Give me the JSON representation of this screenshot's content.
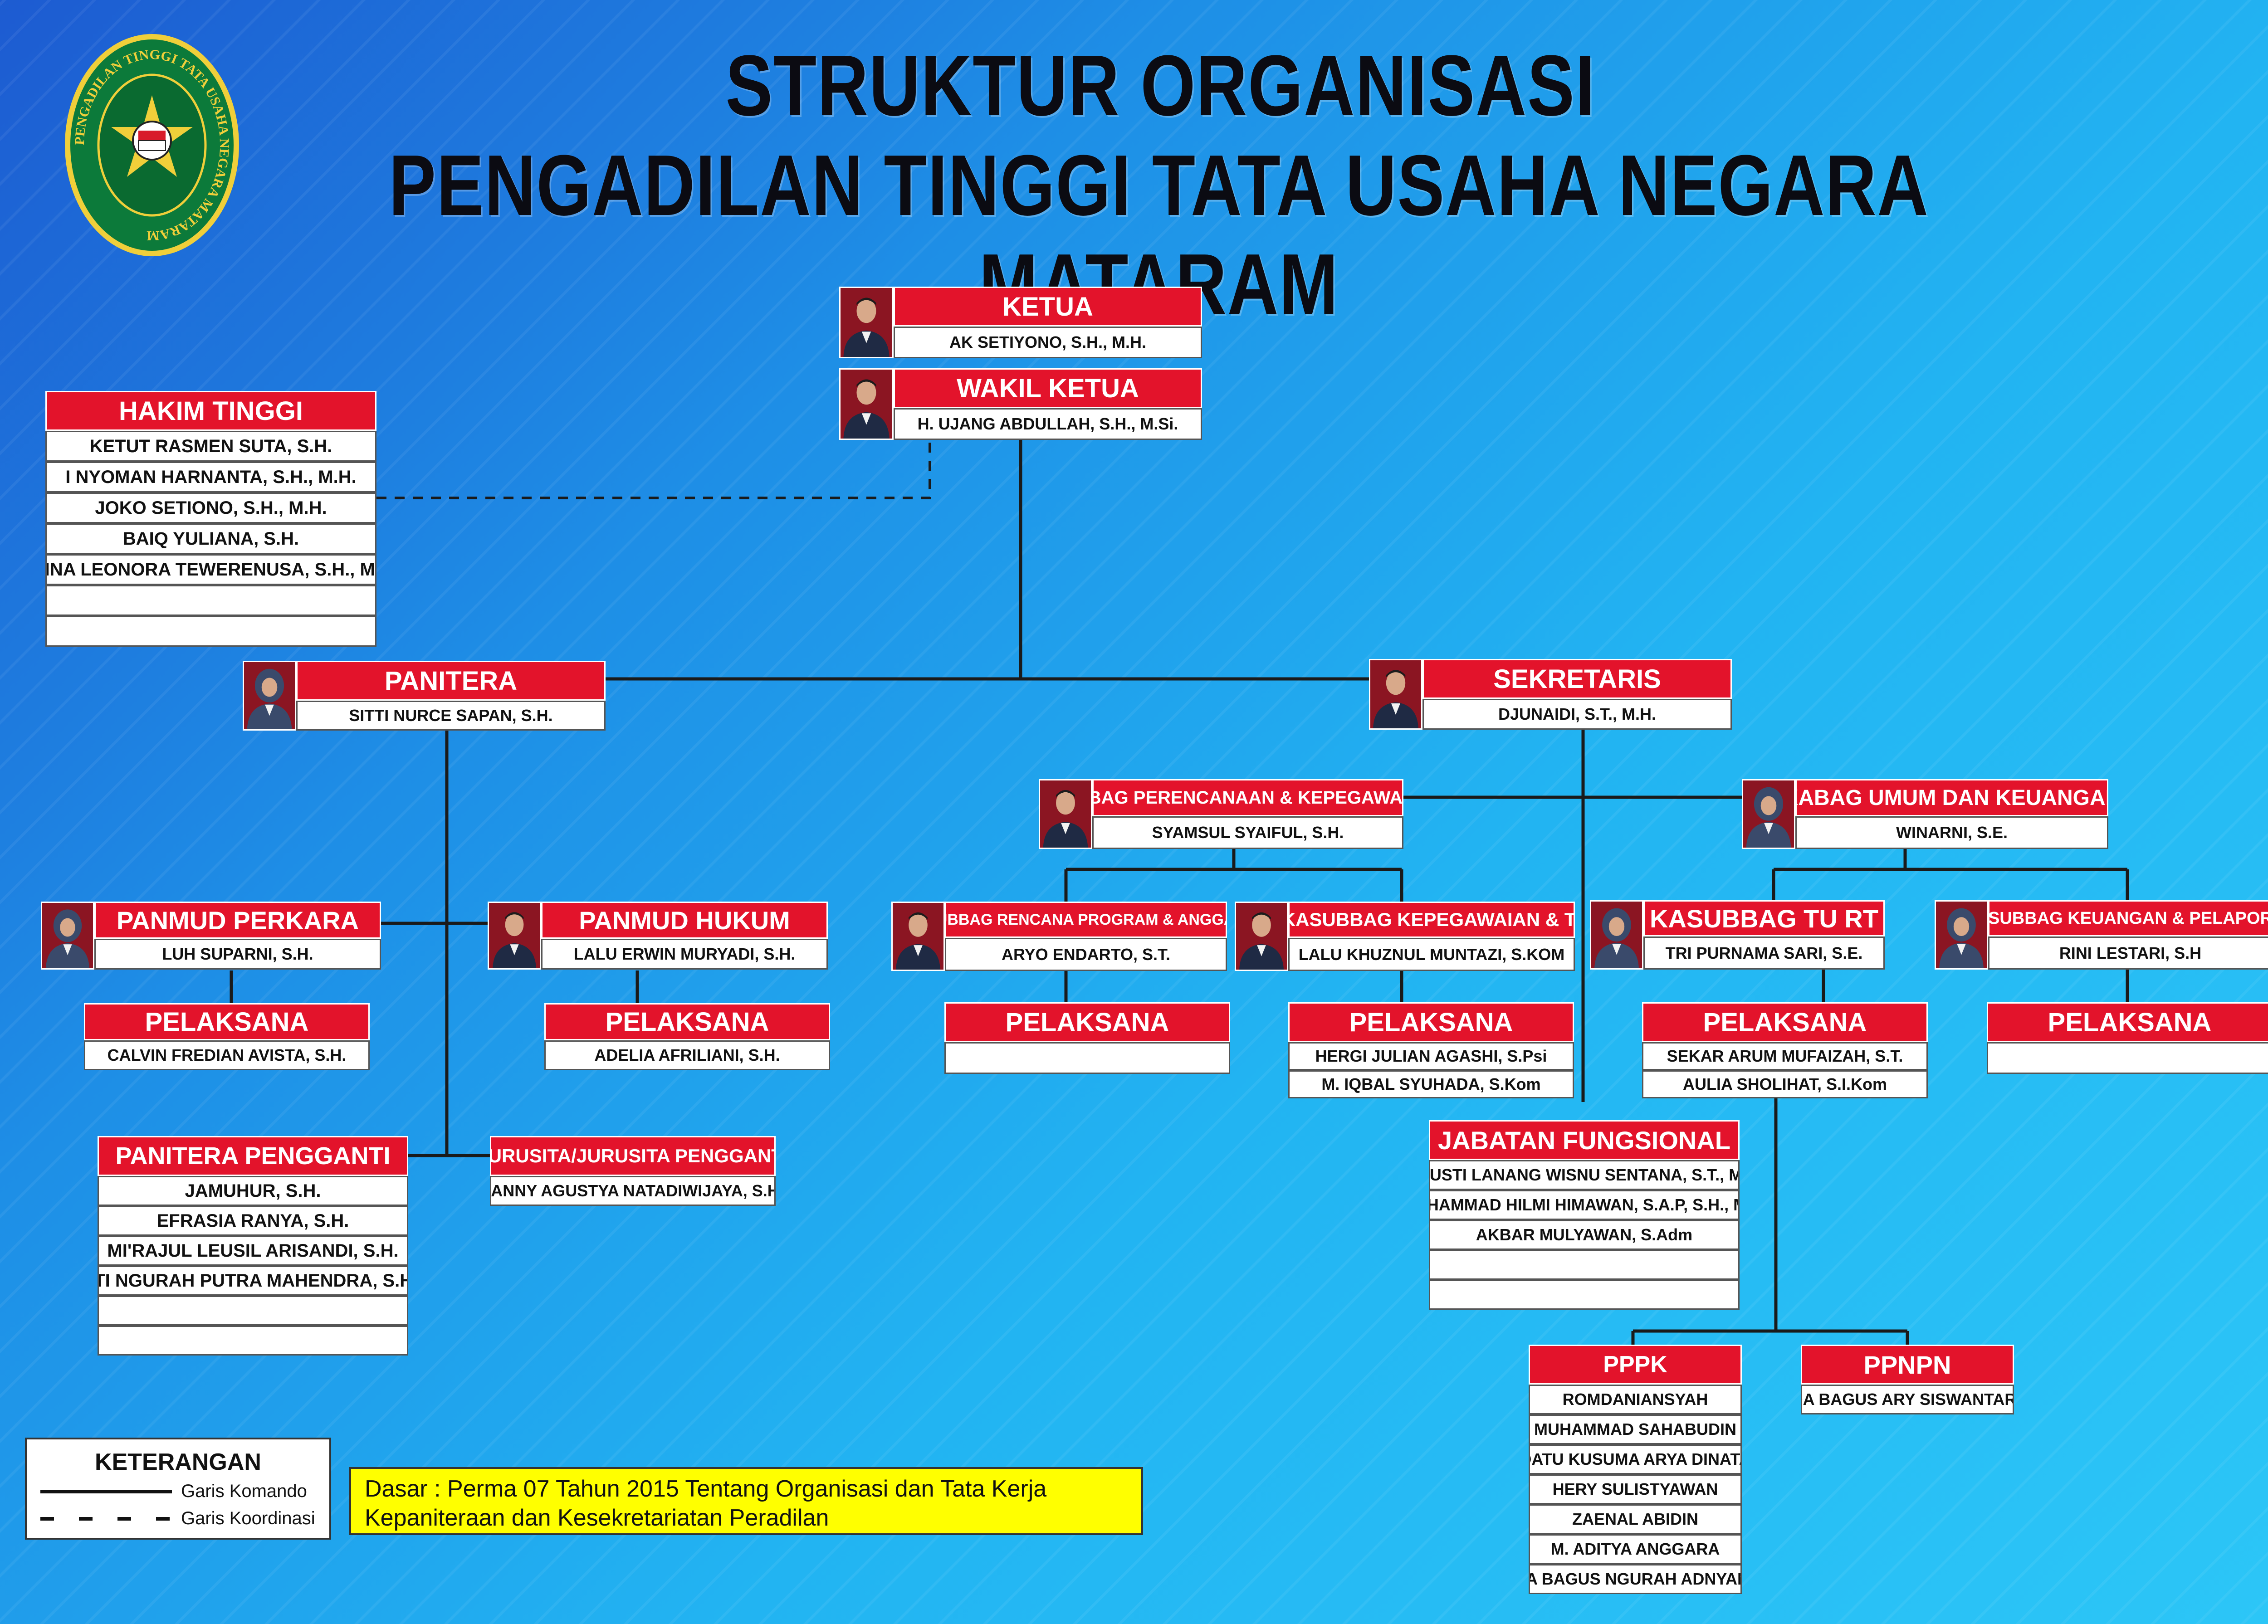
{
  "title": {
    "line1": "STRUKTUR ORGANISASI",
    "line2": "PENGADILAN TINGGI TATA USAHA NEGARA MATARAM"
  },
  "logo": {
    "ring_text": "PENGADILAN TINGGI TATA USAHA NEGARA MATARAM"
  },
  "ketua": {
    "title": "KETUA",
    "name": "AK SETIYONO, S.H., M.H."
  },
  "wakil_ketua": {
    "title": "WAKIL KETUA",
    "name": "H. UJANG ABDULLAH, S.H., M.Si."
  },
  "hakim_tinggi": {
    "title": "HAKIM TINGGI",
    "members": [
      "KETUT RASMEN SUTA, S.H.",
      "I NYOMAN HARNANTA, S.H., M.H.",
      "JOKO SETIONO, S.H., M.H.",
      "BAIQ YULIANA, S.H.",
      "ANNA LEONORA TEWERENUSA, S.H., M.H.",
      "",
      ""
    ]
  },
  "panitera": {
    "title": "PANITERA",
    "name": "SITTI NURCE SAPAN, S.H."
  },
  "sekretaris": {
    "title": "SEKRETARIS",
    "name": "DJUNAIDI, S.T., M.H."
  },
  "panmud_perkara": {
    "title": "PANMUD PERKARA",
    "name": "LUH SUPARNI, S.H."
  },
  "panmud_hukum": {
    "title": "PANMUD HUKUM",
    "name": "LALU ERWIN MURYADI, S.H."
  },
  "pelaksana_perkara": {
    "title": "PELAKSANA",
    "members": [
      "CALVIN FREDIAN AVISTA, S.H."
    ]
  },
  "pelaksana_hukum": {
    "title": "PELAKSANA",
    "members": [
      "ADELIA AFRILIANI, S.H."
    ]
  },
  "panitera_pengganti": {
    "title": "PANITERA PENGGANTI",
    "members": [
      "JAMUHUR, S.H.",
      "EFRASIA RANYA, S.H.",
      "MI'RAJUL LEUSIL ARISANDI, S.H.",
      "I GUSTI NGURAH PUTRA MAHENDRA, S.H., M.H",
      "",
      ""
    ]
  },
  "jurusita": {
    "title": "JURUSITA/JURUSITA PENGGANTI",
    "members": [
      "FANNY AGUSTYA NATADIWIJAYA, S.H."
    ]
  },
  "kabag_perencanaan": {
    "title": "KABAG PERENCANAAN & KEPEGAWAIAN",
    "name": "SYAMSUL SYAIFUL, S.H."
  },
  "kabag_umum": {
    "title": "KABAG UMUM DAN KEUANGAN",
    "name": "WINARNI, S.E."
  },
  "kasubbag_rencana": {
    "title": "KASUBBAG RENCANA PROGRAM & ANGGARAN",
    "name": "ARYO ENDARTO, S.T."
  },
  "kasubbag_kepegawaian": {
    "title": "KASUBBAG KEPEGAWAIAN & TI",
    "name": "LALU KHUZNUL MUNTAZI, S.KOM"
  },
  "kasubbag_tu": {
    "title": "KASUBBAG TU RT",
    "name": "TRI PURNAMA SARI, S.E."
  },
  "kasubbag_keuangan": {
    "title": "KASUBBAG KEUANGAN & PELAPORAN",
    "name": "RINI LESTARI, S.H"
  },
  "pelaksana_rencana": {
    "title": "PELAKSANA",
    "members": [
      ""
    ]
  },
  "pelaksana_kepegawaian": {
    "title": "PELAKSANA",
    "members": [
      "HERGI JULIAN AGASHI, S.Psi",
      "M. IQBAL SYUHADA, S.Kom"
    ]
  },
  "pelaksana_tu": {
    "title": "PELAKSANA",
    "members": [
      "SEKAR ARUM MUFAIZAH, S.T.",
      "AULIA SHOLIHAT, S.I.Kom"
    ]
  },
  "pelaksana_keuangan": {
    "title": "PELAKSANA",
    "members": [
      ""
    ]
  },
  "jabatan_fungsional": {
    "title": "JABATAN FUNGSIONAL",
    "members": [
      "I GUSTI LANANG WISNU SENTANA, S.T., M.M",
      "MOHAMMAD HILMI HIMAWAN, S.A.P, S.H., M.H.",
      "AKBAR MULYAWAN, S.Adm",
      "",
      ""
    ]
  },
  "pppk": {
    "title": "PPPK",
    "members": [
      "ROMDANIANSYAH",
      "MUHAMMAD SAHABUDIN",
      "DATU KUSUMA ARYA DINATA",
      "HERY SULISTYAWAN",
      "ZAENAL ABIDIN",
      "M. ADITYA ANGGARA",
      "IDA BAGUS NGURAH ADNYANA"
    ]
  },
  "ppnpn": {
    "title": "PPNPN",
    "members": [
      "IDA BAGUS ARY SISWANTARA"
    ]
  },
  "legend": {
    "title": "KETERANGAN",
    "solid": "Garis Komando",
    "dashed": "Garis Koordinasi"
  },
  "dasar": {
    "line1": "Dasar : Perma 07 Tahun 2015 Tentang Organisasi dan Tata Kerja",
    "line2": "Kepaniteraan dan Kesekretariatan Peradilan"
  },
  "colors": {
    "header_red": "#e3132b",
    "background": "#1e9be9",
    "note_yellow": "#ffff00"
  }
}
